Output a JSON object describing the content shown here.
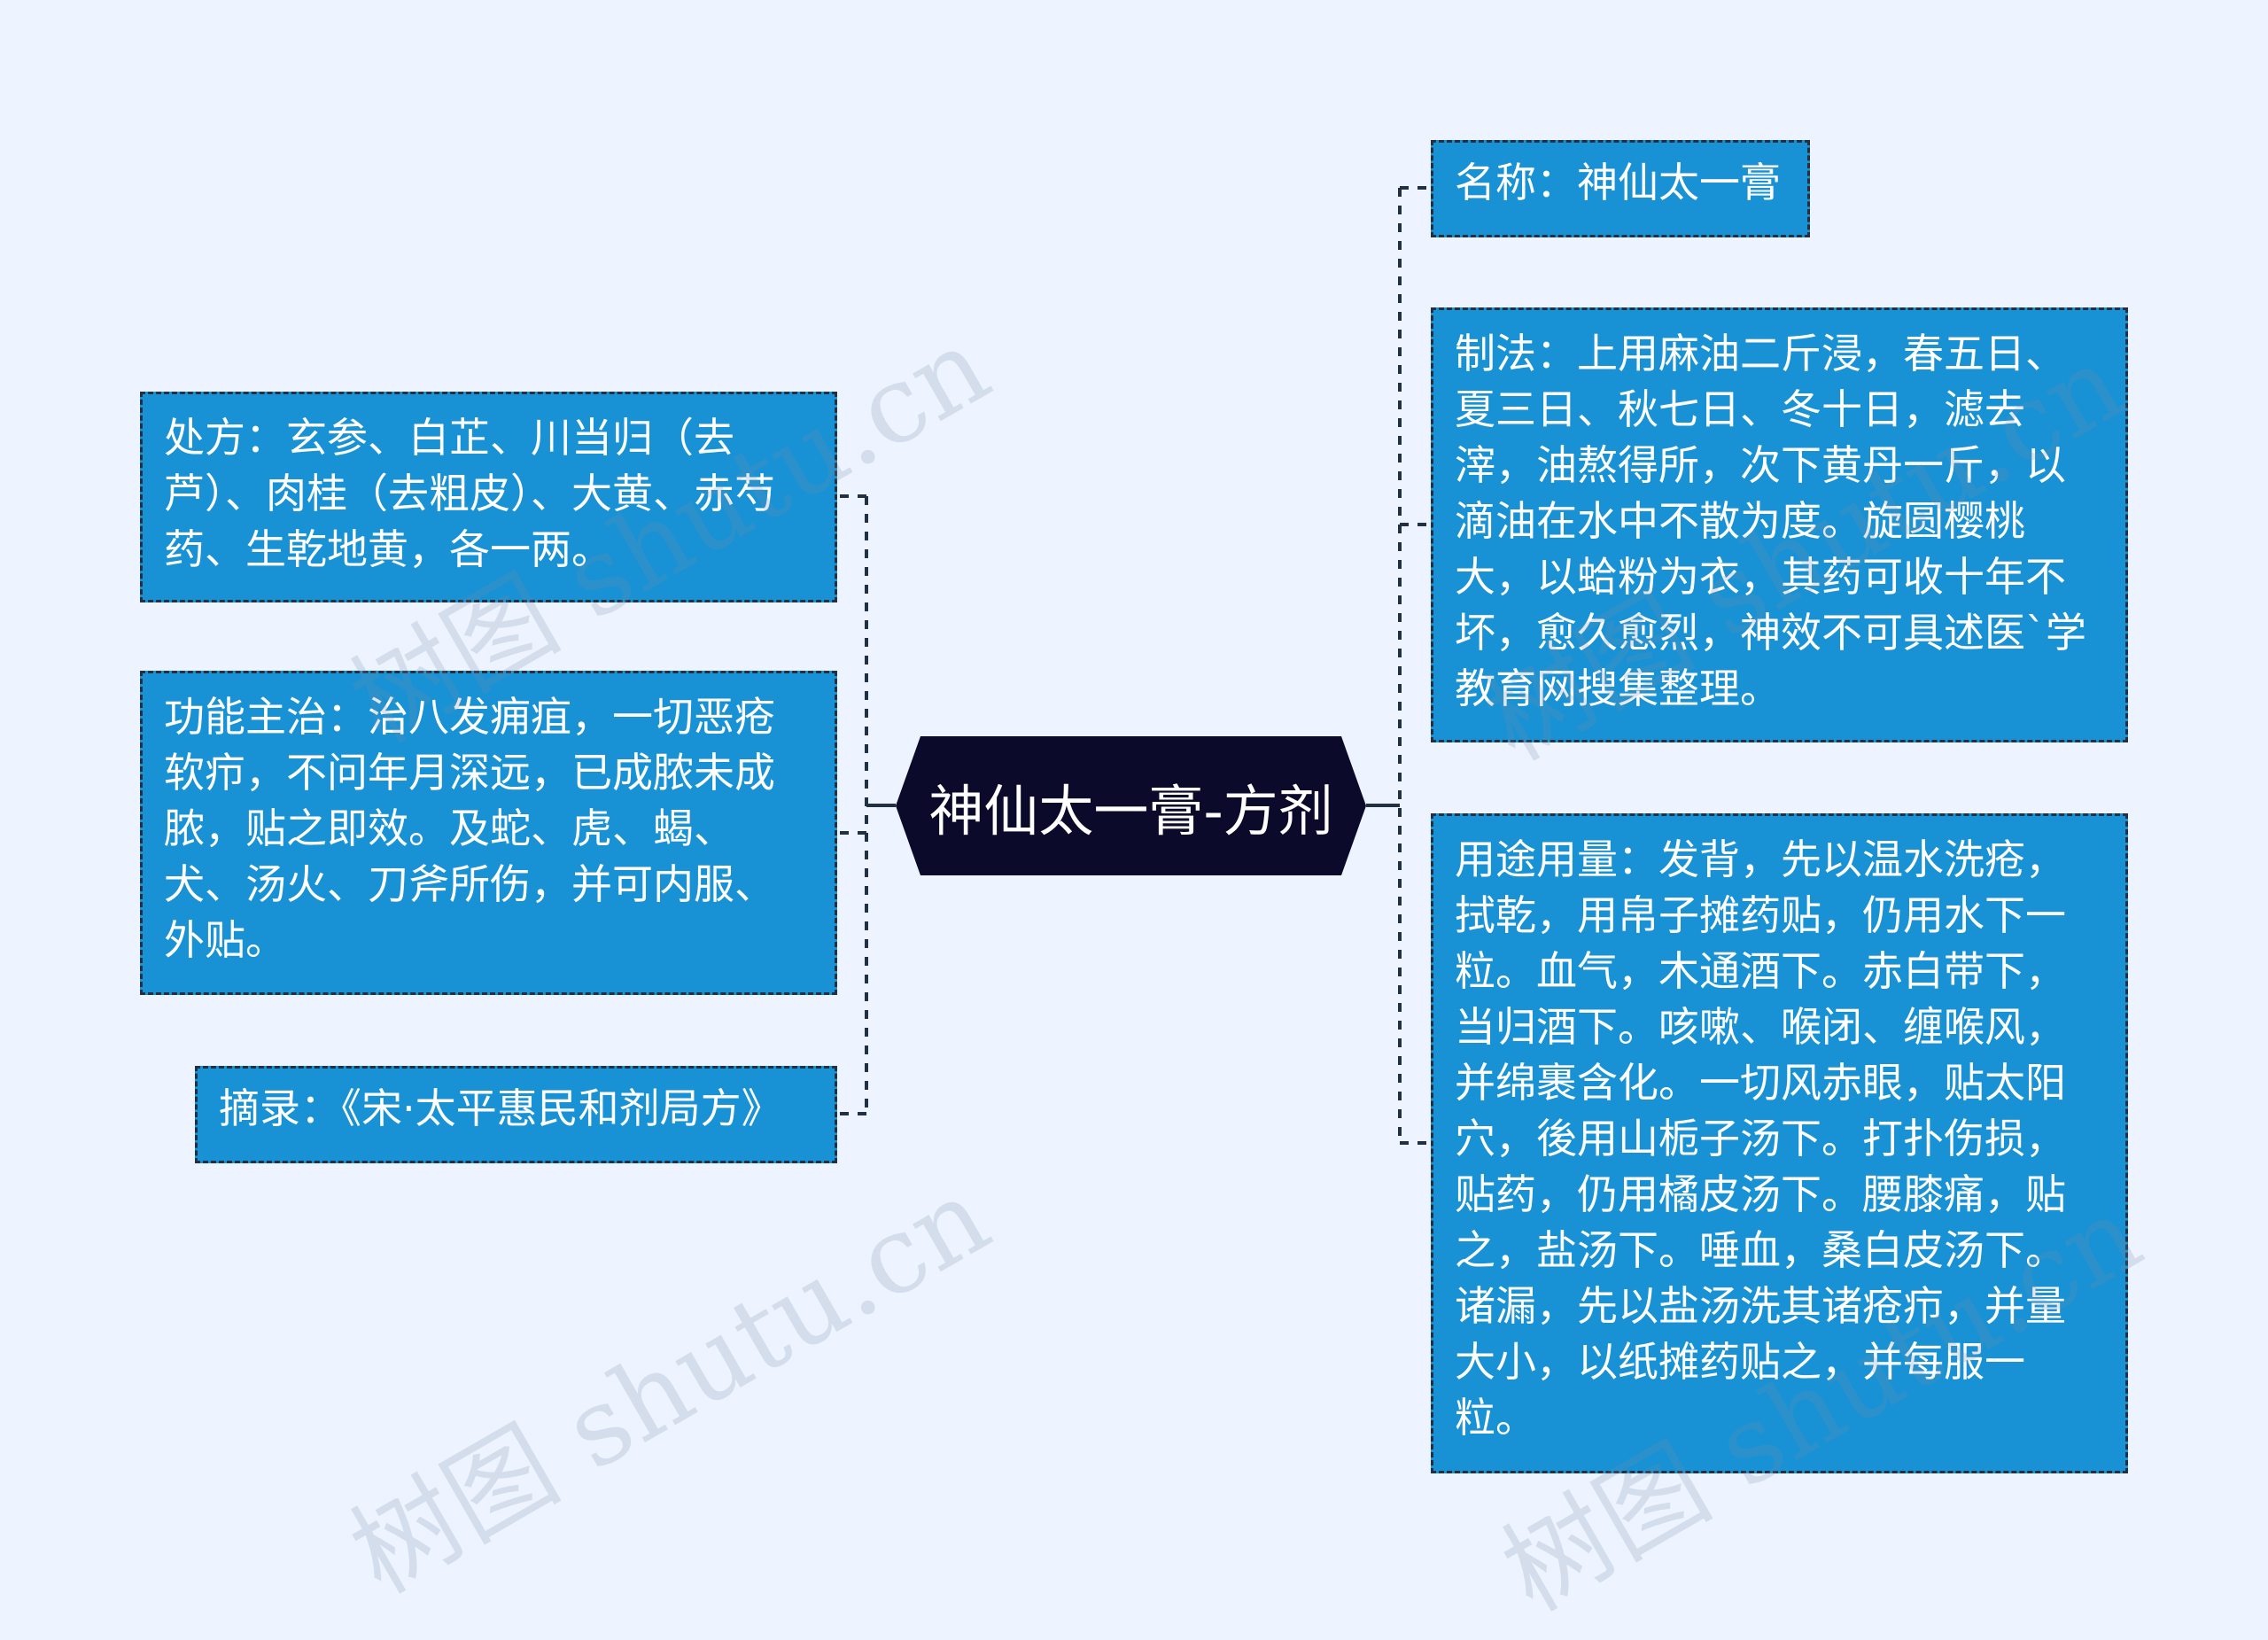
{
  "central": {
    "title": "神仙太一膏-方剂"
  },
  "left_nodes": [
    {
      "id": "chufang",
      "text": "处方：玄参、白芷、川当归（去芦）、肉桂（去粗皮）、大黄、赤芍药、生乾地黄，各一两。"
    },
    {
      "id": "gongneng",
      "text": "功能主治：治八发痈疽，一切恶疮软疖，不问年月深远，已成脓未成脓，贴之即效。及蛇、虎、蝎、犬、汤火、刀斧所伤，并可内服、外贴。"
    },
    {
      "id": "zhailu",
      "text": "摘录：《宋·太平惠民和剂局方》"
    }
  ],
  "right_nodes": [
    {
      "id": "mingcheng",
      "text": "名称：神仙太一膏"
    },
    {
      "id": "zhifa",
      "text": "制法：上用麻油二斤浸，春五日、夏三日、秋七日、冬十日，滤去滓，油熬得所，次下黄丹一斤，以滴油在水中不散为度。旋圆樱桃大，以蛤粉为衣，其药可收十年不坏，愈久愈烈，神效不可具述医`学教育网搜集整理。"
    },
    {
      "id": "yongtu",
      "text": "用途用量：发背，先以温水洗疮，拭乾，用帛子摊药贴，仍用水下一粒。血气，木通酒下。赤白带下，当归酒下。咳嗽、喉闭、缠喉风，并绵裹含化。一切风赤眼，贴太阳穴，後用山栀子汤下。打扑伤损，贴药，仍用橘皮汤下。腰膝痛，贴之，盐汤下。唾血，桑白皮汤下。诸漏，先以盐汤洗其诸疮疖，并量大小，以纸摊药贴之，并每服一粒。"
    }
  ],
  "watermark": {
    "text": "树图 shutu.cn"
  },
  "colors": {
    "background": "#eef4ff",
    "node_fill": "#1892d4",
    "node_border": "#213043",
    "central_fill": "#0b0a2b",
    "connector": "#213043",
    "watermark": "#8c9ab0"
  }
}
